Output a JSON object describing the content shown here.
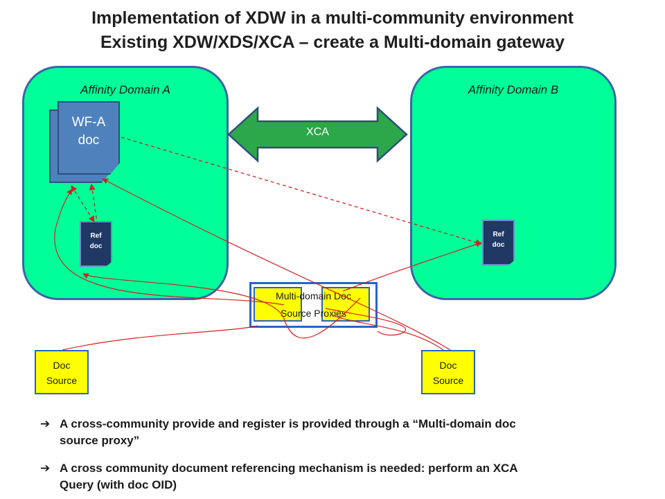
{
  "title": {
    "line1": "Implementation of XDW in a multi-community environment",
    "line2": "Existing XDW/XDS/XCA – create a Multi-domain gateway"
  },
  "domain_a": {
    "label": "Affinity Domain A"
  },
  "domain_b": {
    "label": "Affinity Domain B"
  },
  "xca": {
    "label": "XCA"
  },
  "wf_doc": {
    "line1": "WF-A",
    "line2": "doc"
  },
  "ref_doc_a": {
    "line1": "Ref",
    "line2": "doc"
  },
  "ref_doc_b": {
    "line1": "Ref",
    "line2": "doc"
  },
  "proxy": {
    "line1": "Multi-domain Doc",
    "line2": "Source Proxies"
  },
  "doc_source_left": {
    "line1": "Doc",
    "line2": "Source"
  },
  "doc_source_right": {
    "line1": "Doc",
    "line2": "Source"
  },
  "bullets": [
    {
      "icon": "right-arrow-icon",
      "text_line1": "A cross-community provide and register is provided through a “Multi-domain doc",
      "text_line2": "source proxy”"
    },
    {
      "icon": "right-arrow-icon",
      "text_line1": "A cross community document referencing mechanism is needed: perform an XCA",
      "text_line2": "Query (with doc OID)"
    }
  ],
  "colors": {
    "domain_fill": "#00ff99",
    "domain_border": "#3a66a8",
    "xca_arrow": "#2ca84a",
    "wf_doc": "#4f81bd",
    "ref_doc": "#1f3864",
    "doc_source_fill": "#ffff00",
    "flow_line": "#d42020"
  }
}
